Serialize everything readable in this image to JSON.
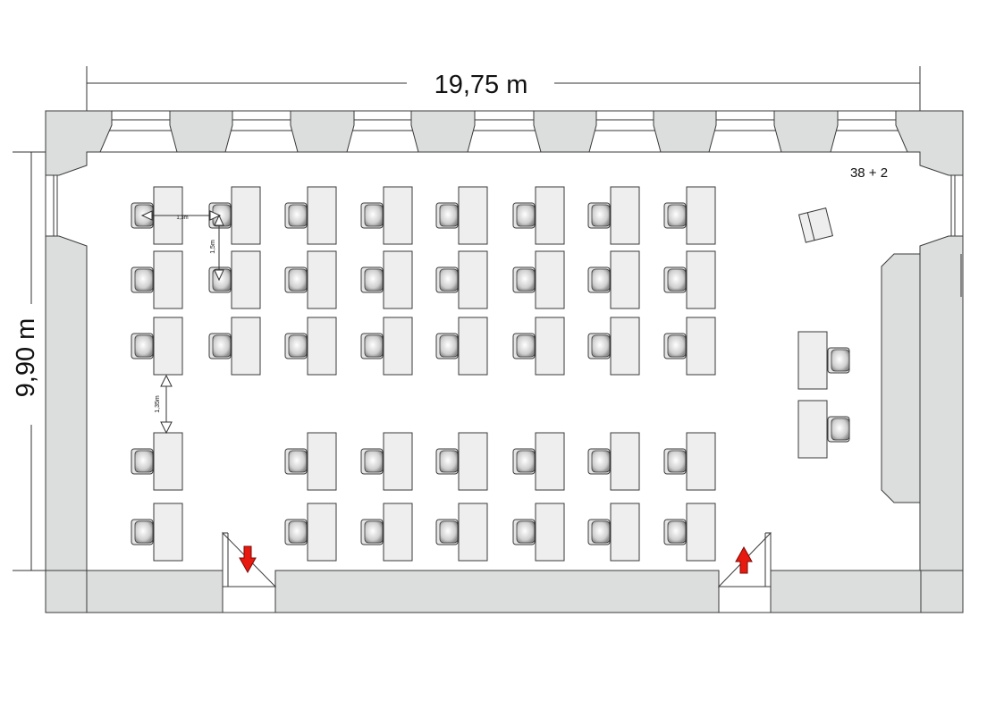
{
  "dimensions": {
    "width_label": "19,75 m",
    "height_label": "9,90 m"
  },
  "capacity_label": "38 + 2",
  "spacing_labels": {
    "horizontal": "1,3m",
    "vertical": "1,5m",
    "aisle": "1,35m"
  },
  "layout": {
    "student_rows": 5,
    "student_columns": 8,
    "teacher_desks": 2,
    "doors": 2
  },
  "colors": {
    "wall": "#dcdedd",
    "desk": "#eeeeee",
    "door_arrow": "#e8190f"
  },
  "icons": {
    "door_in": "arrow-down-icon",
    "door_out": "arrow-up-icon"
  }
}
